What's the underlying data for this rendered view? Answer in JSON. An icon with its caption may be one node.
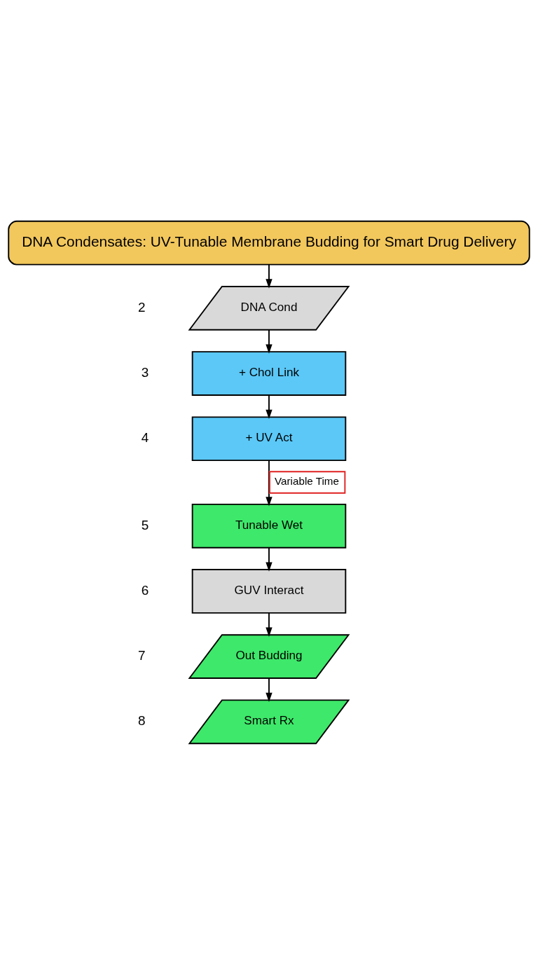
{
  "diagram": {
    "nodes": [
      {
        "text": [
          "DNA Condensates: UV-Tunable Membrane Budding for Smart Drug Delivery"
        ]
      },
      {
        "text": [
          "DNA Cond"
        ],
        "beside": [
          "2"
        ]
      },
      {
        "text": [
          "+ Chol Link"
        ],
        "beside": [
          "3"
        ]
      },
      {
        "text": [
          "+ UV Act"
        ],
        "beside": [
          "4"
        ]
      },
      {
        "text": [
          "Tunable Wet"
        ],
        "beside": [
          "5"
        ]
      },
      {
        "text": [
          "GUV Interact"
        ],
        "beside": [
          "6"
        ]
      },
      {
        "text": [
          "Out Budding"
        ],
        "beside": [
          "7"
        ]
      },
      {
        "text": [
          "Smart Rx"
        ],
        "beside": [
          "8"
        ]
      }
    ],
    "edges": [
      {
        "from": 0,
        "to": 1,
        "arrow": "to"
      },
      {
        "from": 1,
        "to": 2,
        "arrow": "to"
      },
      {
        "from": 2,
        "to": 3,
        "arrow": "to"
      },
      {
        "from": 3,
        "to": 4,
        "label": "Variable Time",
        "arrow": "to"
      },
      {
        "from": 4,
        "to": 5,
        "arrow": "to"
      },
      {
        "from": 5,
        "to": 6,
        "arrow": "to"
      },
      {
        "from": 6,
        "to": 7,
        "arrow": "to"
      }
    ]
  }
}
